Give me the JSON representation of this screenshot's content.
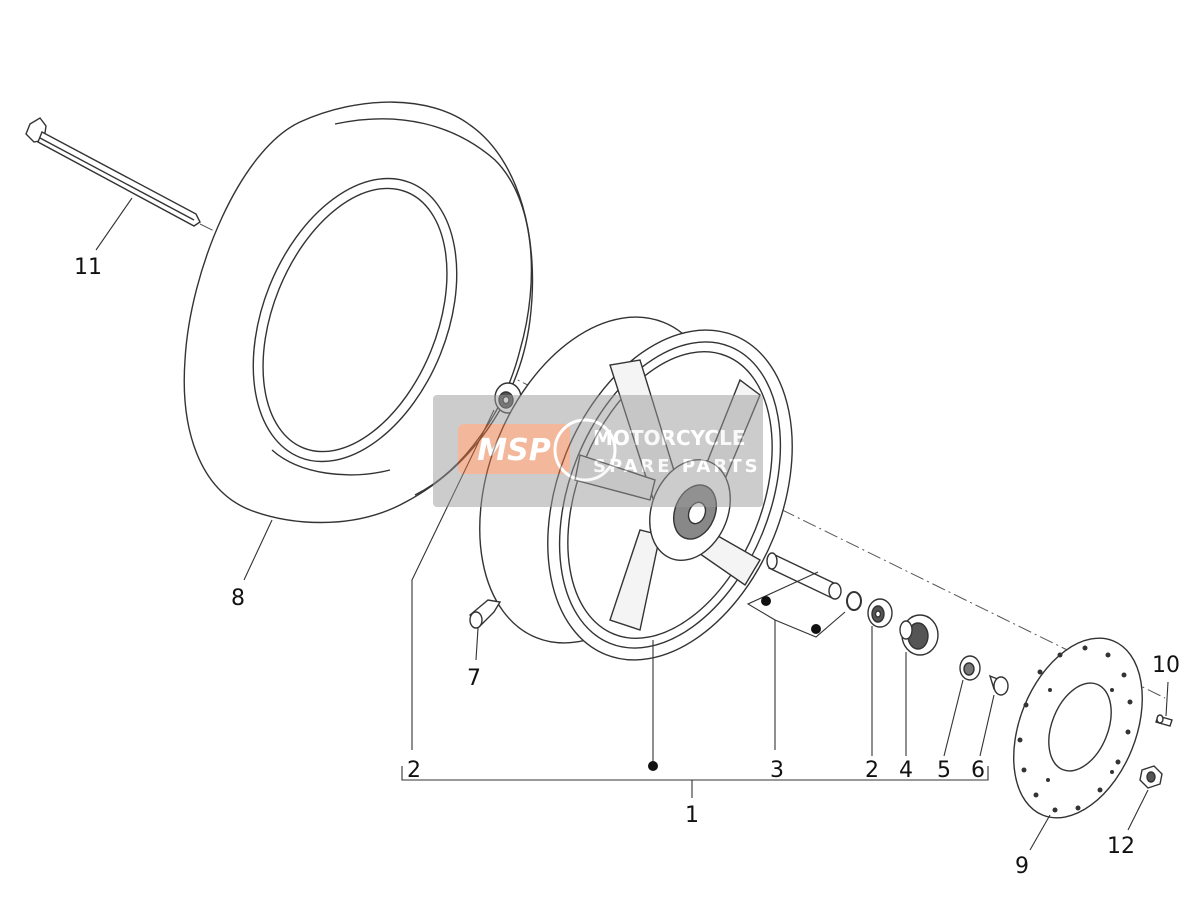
{
  "callouts": {
    "c1": "1",
    "c2a": "2",
    "c2b": "2",
    "c3": "3",
    "c4": "4",
    "c5": "5",
    "c6": "6",
    "c7": "7",
    "c8": "8",
    "c9": "9",
    "c10": "10",
    "c11": "11",
    "c12": "12"
  },
  "watermark": {
    "logo": "MSP",
    "line1": "MOTORCYCLE",
    "line2": "SPARE PARTS"
  },
  "colors": {
    "stroke": "#333333",
    "watermark_orange": "#e8733a",
    "watermark_band": "#9a9a9a"
  }
}
